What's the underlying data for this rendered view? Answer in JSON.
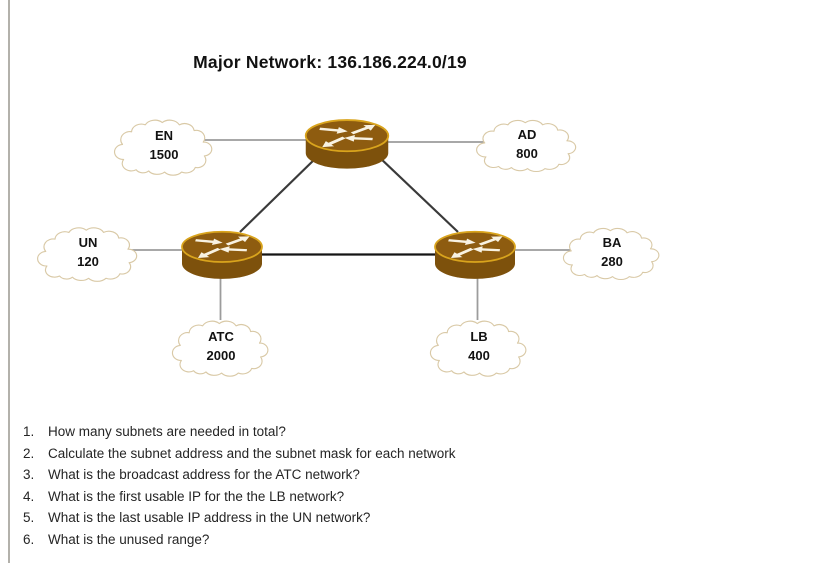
{
  "page": {
    "title": "Major Network: 136.186.224.0/19"
  },
  "colors": {
    "page-border": "#b3b1ab",
    "cloud-border": "#d9c9a6",
    "cloud-fill": "#ffffff",
    "router-top": "#8e5c10",
    "router-side": "#7d510c",
    "router-rim": "#d9a41d",
    "router-arrow": "#f8f2e2",
    "link-gray": "#9c9c9c",
    "link-dark": "#3a3a3a",
    "link-black": "#151515"
  },
  "diagram": {
    "clouds": [
      {
        "label": "EN",
        "value": "1500"
      },
      {
        "label": "AD",
        "value": "800"
      },
      {
        "label": "UN",
        "value": "120"
      },
      {
        "label": "BA",
        "value": "280"
      },
      {
        "label": "ATC",
        "value": "2000"
      },
      {
        "label": "LB",
        "value": "400"
      }
    ]
  },
  "questions": {
    "items": [
      {
        "num": "1.",
        "text": "How many subnets are needed in total?"
      },
      {
        "num": "2.",
        "text": "Calculate the subnet address and the subnet mask for each network"
      },
      {
        "num": "3.",
        "text": "What is the broadcast address for the ATC network?"
      },
      {
        "num": "4.",
        "text": "What is the first usable IP for the the LB network?"
      },
      {
        "num": "5.",
        "text": "What is the last usable IP address in the UN network?"
      },
      {
        "num": "6.",
        "text": "What is the unused range?"
      }
    ]
  }
}
